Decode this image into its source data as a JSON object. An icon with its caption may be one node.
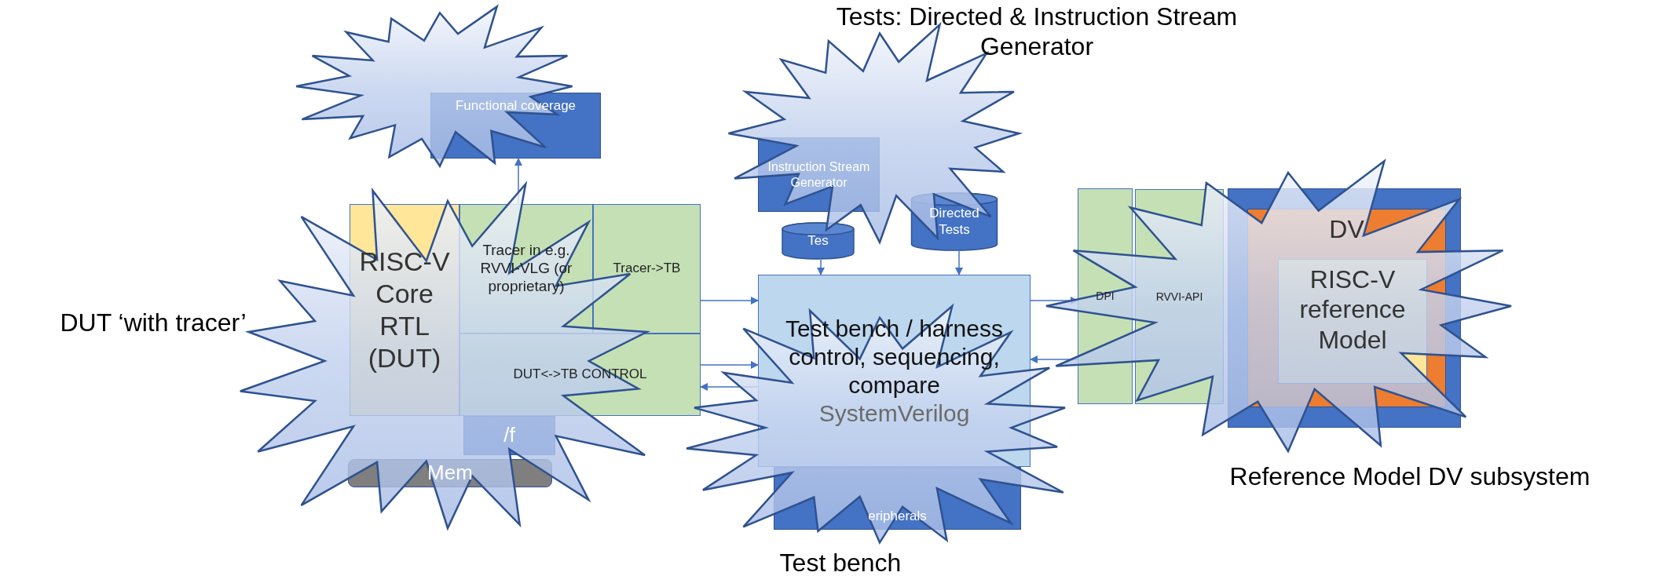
{
  "diagram": {
    "nodes": [
      {
        "text": [
          "Functional coverage"
        ]
      },
      {
        "text": [
          "RISC-V Core RTL (DUT)"
        ]
      },
      {
        "text": [
          "Tracer in e.g. RVVI-VLG (or proprietary)"
        ]
      },
      {
        "text": [
          "Tracer->TB"
        ]
      },
      {
        "text": [
          "DUT<->TB CONTROL"
        ]
      },
      {
        "text": [
          "/f"
        ]
      },
      {
        "text": [
          "Mem"
        ]
      },
      {
        "text": [
          "Instruction Stream Generator"
        ]
      },
      {
        "text": [
          "Tes"
        ]
      },
      {
        "text": [
          "Directed Tests"
        ]
      },
      {
        "text": [
          "Test bench / harness control, sequencing, compare",
          "SystemVerilog"
        ]
      },
      {
        "text": [
          "eripherals"
        ]
      },
      {
        "text": [
          "DPI"
        ]
      },
      {
        "text": [
          "RVVI-API"
        ]
      },
      {
        "text": [],
        "shape": "box"
      },
      {
        "text": [
          "DV"
        ],
        "in": 14
      },
      {
        "text": [
          "RISC-V reference Model"
        ],
        "in": 15
      }
    ],
    "edges": [
      {
        "from": 2,
        "to": 0,
        "arrow": "to"
      },
      {
        "from": 3,
        "to": 10,
        "arrow": "to"
      },
      {
        "from": 4,
        "to": 10,
        "arrow": "to"
      },
      {
        "from": 10,
        "to": 4,
        "arrow": "to"
      },
      {
        "from": 8,
        "to": 10,
        "arrow": "to"
      },
      {
        "from": 9,
        "to": 10,
        "arrow": "to"
      },
      {
        "from": 10,
        "to": 12,
        "arrow": "to"
      },
      {
        "from": 12,
        "to": 10,
        "arrow": "to"
      }
    ],
    "labels": [
      "Tests: Directed & Instruction Stream Generator",
      "DUT ‘with tracer’",
      "Reference Model DV subsystem",
      "Test bench"
    ]
  }
}
